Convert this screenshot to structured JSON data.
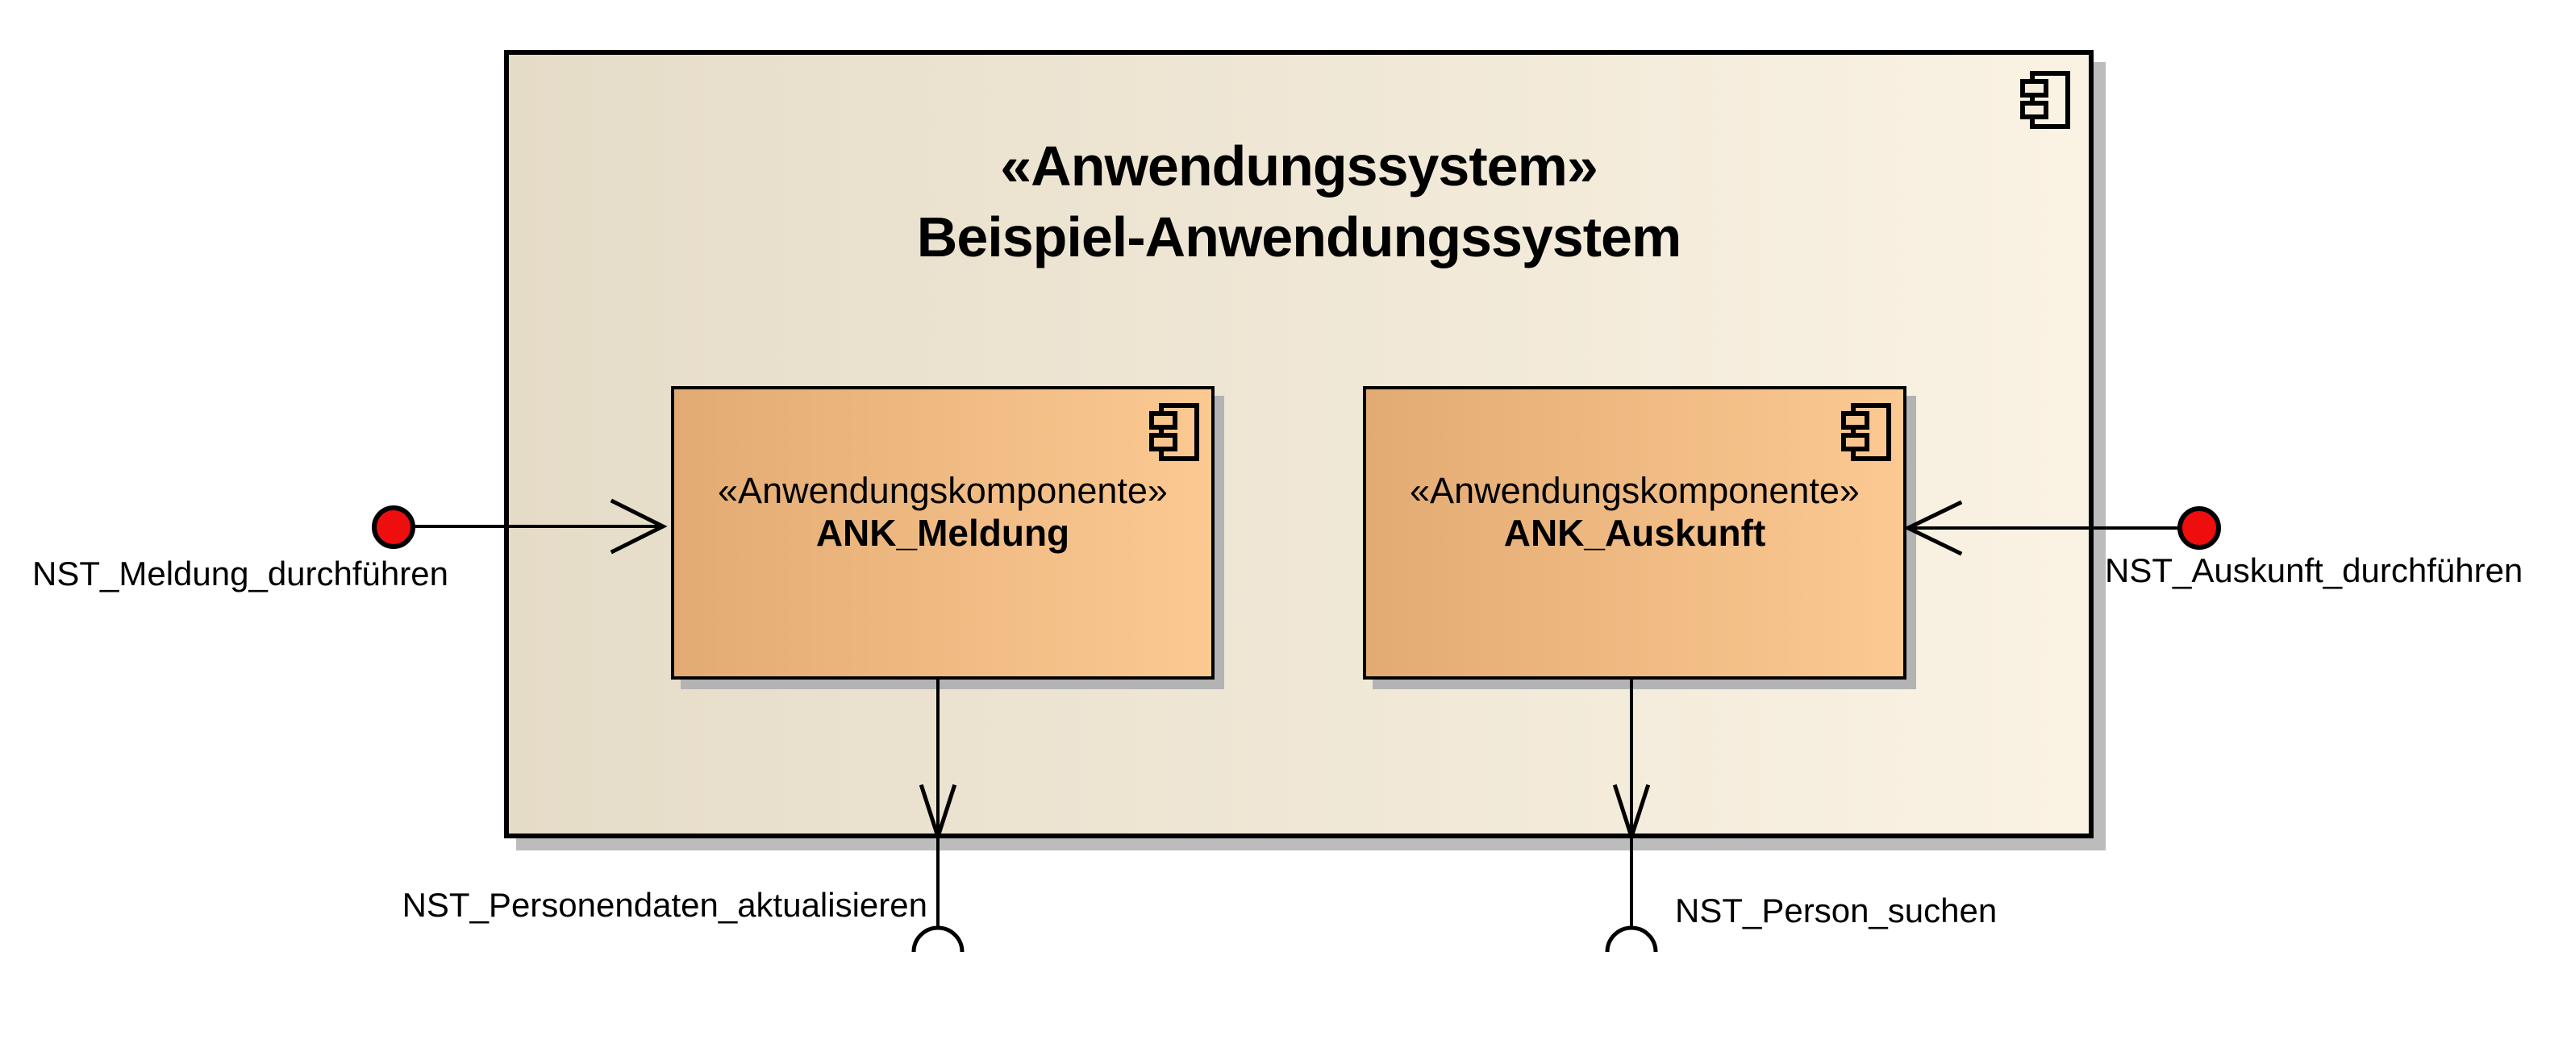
{
  "system": {
    "stereotype": "«Anwendungssystem»",
    "name": "Beispiel-Anwendungssystem"
  },
  "components": [
    {
      "stereotype": "«Anwendungskomponente»",
      "name": "ANK_Meldung"
    },
    {
      "stereotype": "«Anwendungskomponente»",
      "name": "ANK_Auskunft"
    }
  ],
  "interfaces": {
    "provided": [
      {
        "label": "NST_Meldung_durchführen",
        "side": "left"
      },
      {
        "label": "NST_Auskunft_durchführen",
        "side": "right"
      }
    ],
    "required": [
      {
        "label": "NST_Personendaten_aktualisieren",
        "position": "bottom-left"
      },
      {
        "label": "NST_Person_suchen",
        "position": "bottom-right"
      }
    ]
  },
  "colors": {
    "interface_ball": "#ee0e0e",
    "system_fill_left": "#e5dcc8",
    "system_fill_right": "#faf2e3",
    "component_fill_left": "#e2ab73",
    "component_fill_right": "#fcc992",
    "border": "#000000",
    "shadow": "#bcbcbc"
  }
}
